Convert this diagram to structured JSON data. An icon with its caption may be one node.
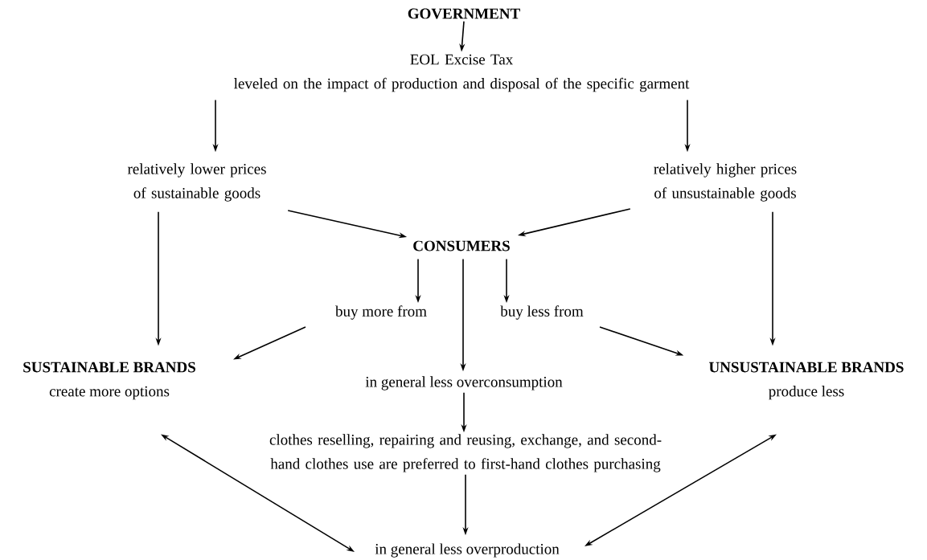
{
  "diagram": {
    "nodes": [
      {
        "text": [
          "GOVERNMENT"
        ]
      },
      {
        "text": [
          "EOL Excise Tax",
          "leveled on the impact of production and disposal of the specific garment"
        ]
      },
      {
        "text": [
          "relatively lower prices of sustainable goods"
        ]
      },
      {
        "text": [
          "relatively higher prices of unsustainable goods"
        ]
      },
      {
        "text": [
          "CONSUMERS"
        ]
      },
      {
        "text": [
          "buy more from"
        ]
      },
      {
        "text": [
          "buy less from"
        ]
      },
      {
        "text": [
          "SUSTAINABLE BRANDS",
          "create more options"
        ]
      },
      {
        "text": [
          "UNSUSTAINABLE BRANDS",
          "produce less"
        ]
      },
      {
        "text": [
          "in general less overconsumption"
        ]
      },
      {
        "text": [
          "clothes reselling, repairing and reusing, exchange, and second-hand clothes use are preferred to first-hand clothes purchasing"
        ]
      },
      {
        "text": [
          "in general less overproduction"
        ]
      }
    ],
    "edges": [
      {
        "from": 0,
        "to": 1,
        "arrow": "to"
      },
      {
        "from": 1,
        "to": 2,
        "arrow": "to"
      },
      {
        "from": 1,
        "to": 3,
        "arrow": "to"
      },
      {
        "from": 2,
        "to": 4,
        "arrow": "to"
      },
      {
        "from": 3,
        "to": 4,
        "arrow": "to"
      },
      {
        "from": 2,
        "to": 7,
        "arrow": "to"
      },
      {
        "from": 3,
        "to": 8,
        "arrow": "to"
      },
      {
        "from": 4,
        "to": 5,
        "arrow": "to"
      },
      {
        "from": 4,
        "to": 6,
        "arrow": "to"
      },
      {
        "from": 4,
        "to": 9,
        "arrow": "to"
      },
      {
        "from": 5,
        "to": 7,
        "arrow": "to"
      },
      {
        "from": 6,
        "to": 8,
        "arrow": "to"
      },
      {
        "from": 9,
        "to": 10,
        "arrow": "to"
      },
      {
        "from": 10,
        "to": 11,
        "arrow": "to"
      },
      {
        "from": 7,
        "to": 11,
        "arrow": "both"
      },
      {
        "from": 8,
        "to": 11,
        "arrow": "both"
      }
    ]
  }
}
